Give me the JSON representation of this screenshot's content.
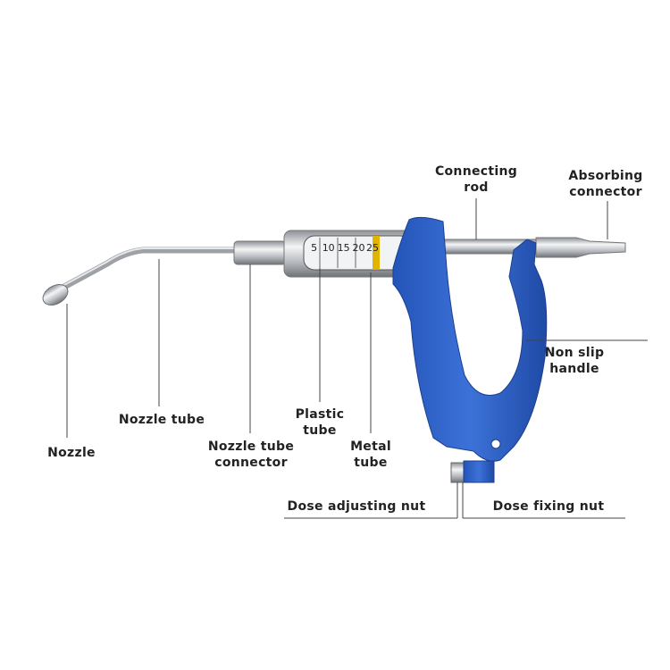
{
  "labels": {
    "connecting_rod": [
      "Connecting",
      "rod"
    ],
    "absorbing_connector": [
      "Absorbing",
      "connector"
    ],
    "non_slip_handle": [
      "Non slip",
      "handle"
    ],
    "nozzle": "Nozzle",
    "nozzle_tube": "Nozzle tube",
    "nozzle_tube_connector": [
      "Nozzle tube",
      "connector"
    ],
    "plastic_tube": [
      "Plastic",
      "tube"
    ],
    "metal_tube": [
      "Metal",
      "tube"
    ],
    "dose_adjusting_nut": "Dose adjusting nut",
    "dose_fixing_nut": "Dose fixing nut"
  },
  "scale_marks": [
    "5",
    "10",
    "15",
    "20",
    "25"
  ],
  "colors": {
    "handle": "#2f63c8",
    "metal": "#b8bcc2",
    "plunger": "#e2b400"
  }
}
